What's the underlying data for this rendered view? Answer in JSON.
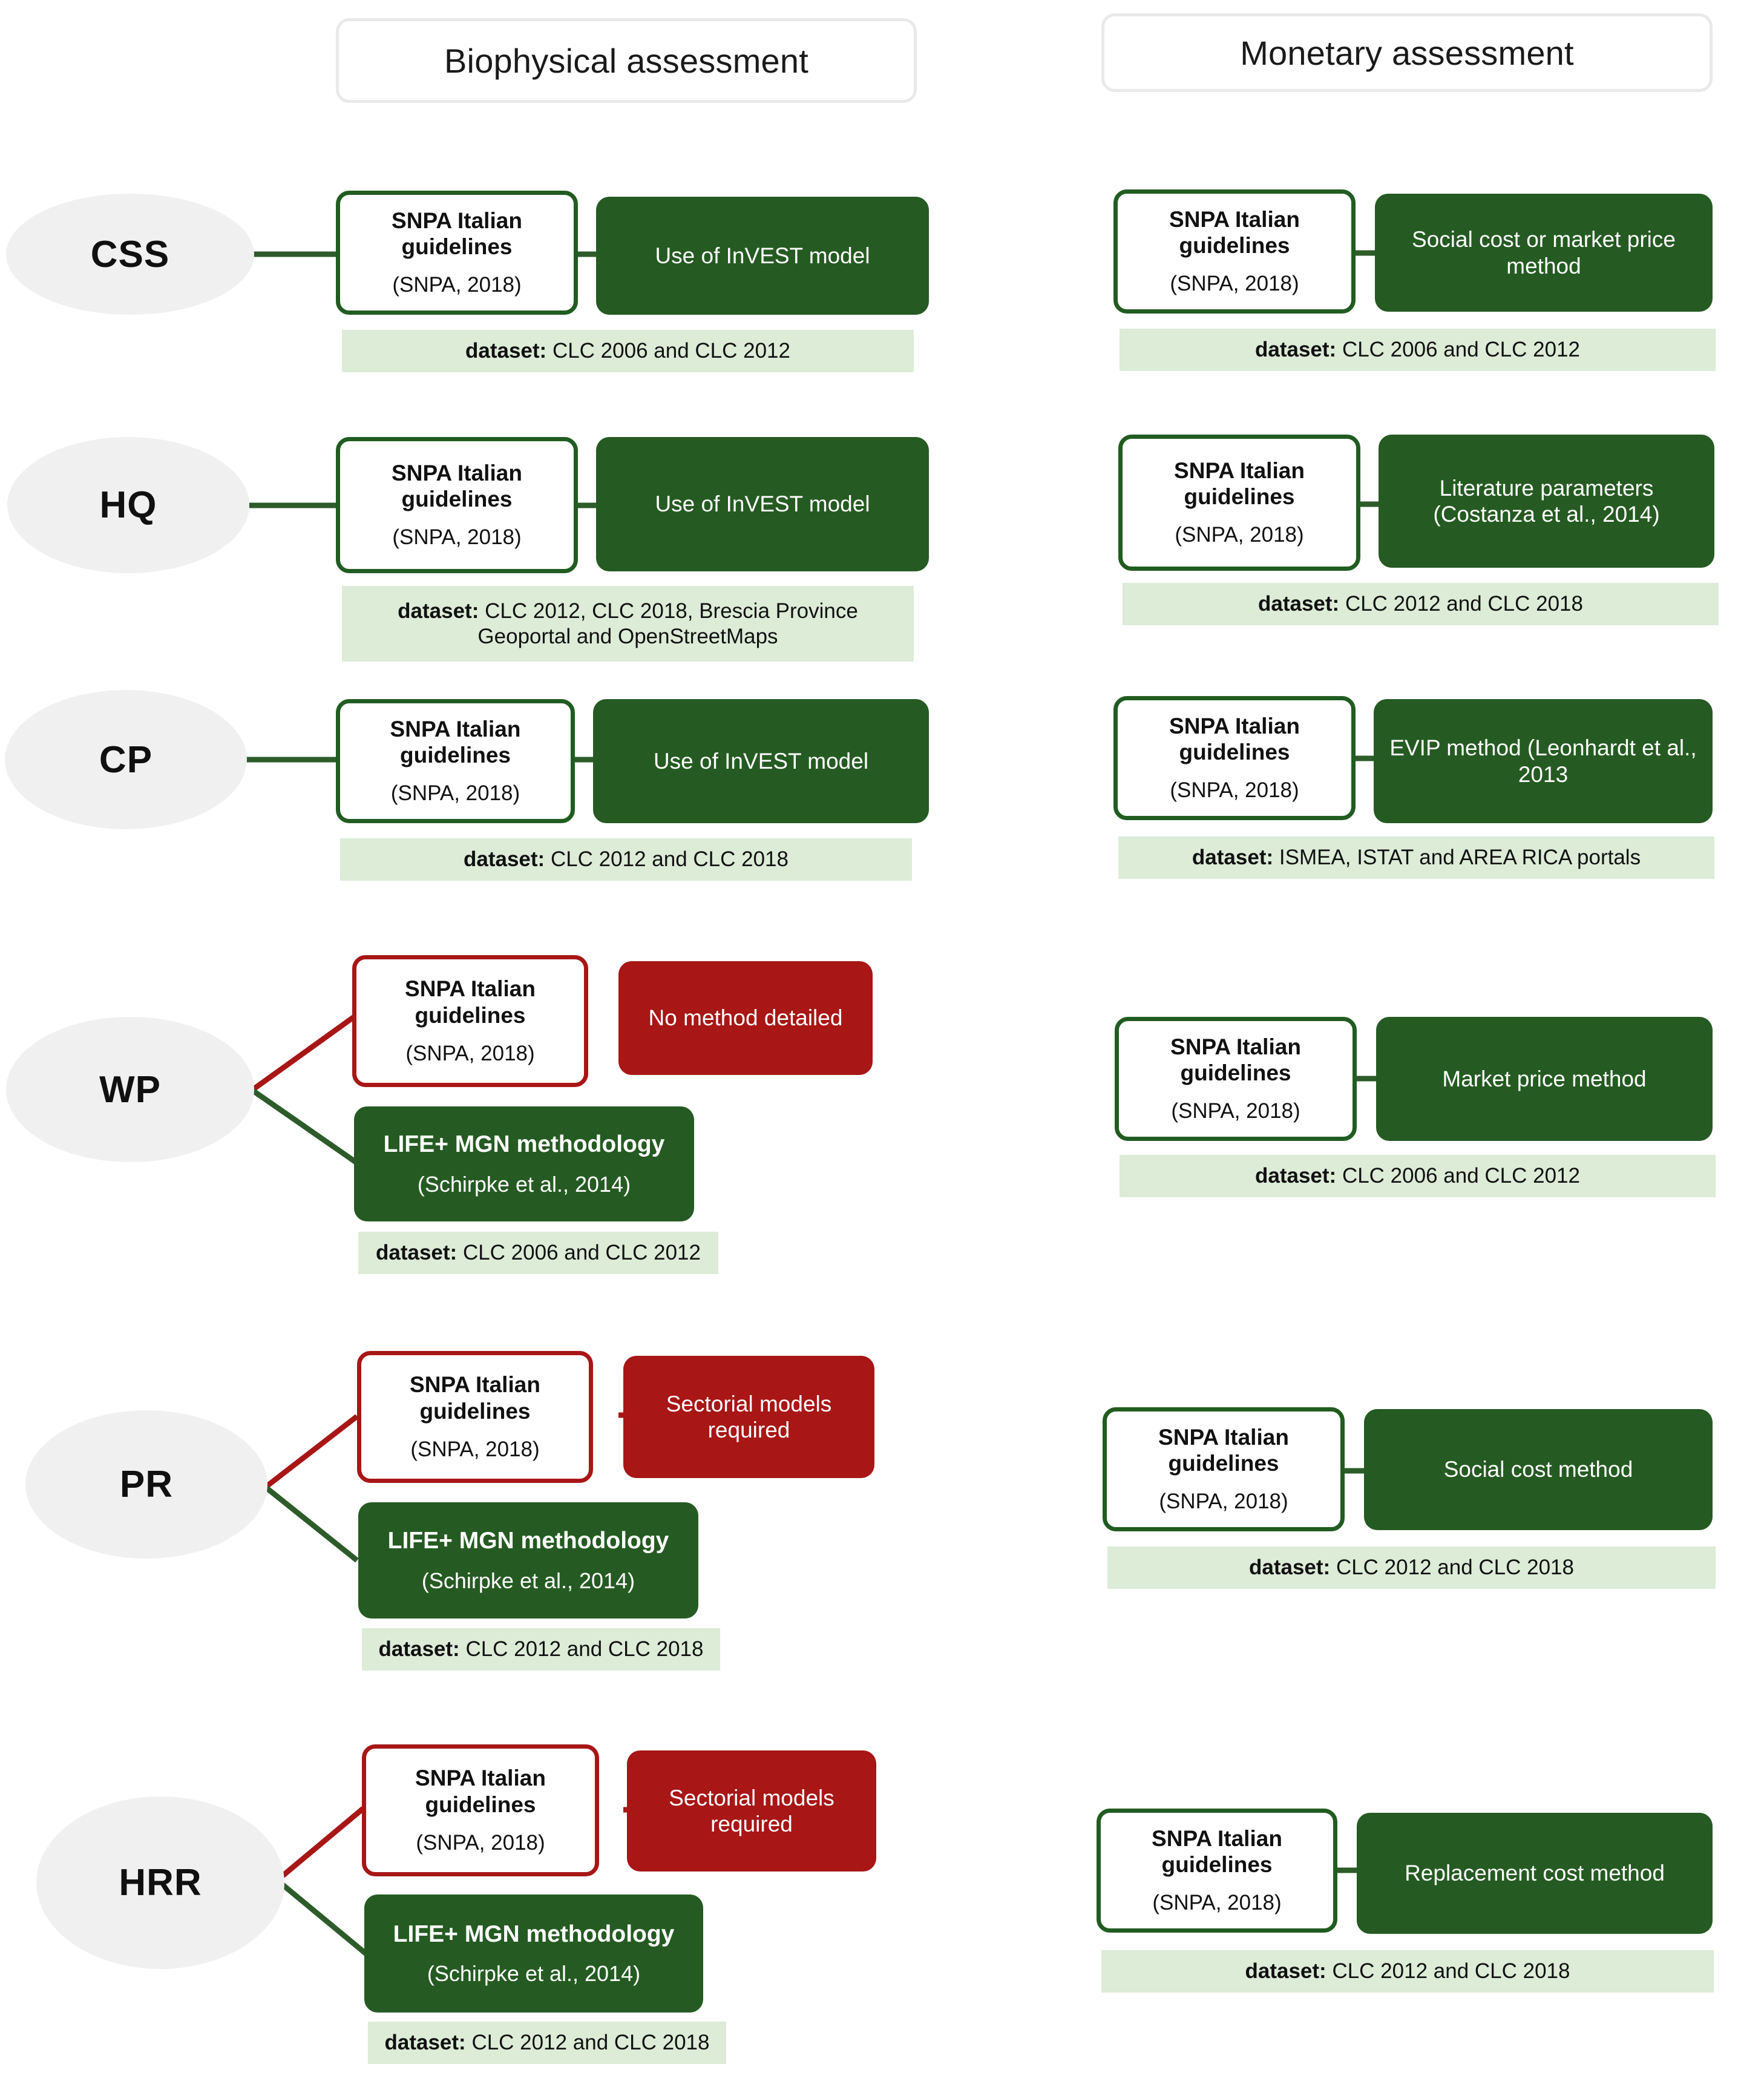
{
  "colors": {
    "green_dark": "#255b22",
    "green_border": "#215c21",
    "red": "#a81616",
    "dataset_bg": "#dcecd7",
    "ellipse_bg": "#f0f0f0",
    "header_border": "#e9e9e9"
  },
  "headers": {
    "biophysical": "Biophysical assessment",
    "monetary": "Monetary assessment"
  },
  "labels": {
    "guideline_title": "SNPA Italian guidelines",
    "guideline_sub": "(SNPA, 2018)",
    "mgn_title": "LIFE+ MGN methodology",
    "mgn_sub": "(Schirpke et al., 2014)",
    "dataset_prefix": "dataset:"
  },
  "rows": [
    {
      "id": "CSS",
      "ecosystem_service": "CSS",
      "biophysical": {
        "guideline": {
          "title": "SNPA Italian guidelines",
          "sub": "(SNPA, 2018)",
          "status": "green"
        },
        "method": {
          "text": "Use of InVEST model",
          "status": "green"
        },
        "dataset": "CLC 2006 and CLC 2012"
      },
      "monetary": {
        "guideline": {
          "title": "SNPA Italian guidelines",
          "sub": "(SNPA, 2018)",
          "status": "green"
        },
        "method": {
          "text": "Social cost or market price method",
          "status": "green"
        },
        "dataset": "CLC 2006 and CLC 2012"
      }
    },
    {
      "id": "HQ",
      "ecosystem_service": "HQ",
      "biophysical": {
        "guideline": {
          "title": "SNPA Italian guidelines",
          "sub": "(SNPA, 2018)",
          "status": "green"
        },
        "method": {
          "text": "Use of InVEST model",
          "status": "green"
        },
        "dataset": "CLC 2012, CLC 2018, Brescia Province Geoportal and OpenStreetMaps"
      },
      "monetary": {
        "guideline": {
          "title": "SNPA Italian guidelines",
          "sub": "(SNPA, 2018)",
          "status": "green"
        },
        "method": {
          "text": "Literature parameters (Costanza et al., 2014)",
          "status": "green"
        },
        "dataset": "CLC 2012 and CLC 2018"
      }
    },
    {
      "id": "CP",
      "ecosystem_service": "CP",
      "biophysical": {
        "guideline": {
          "title": "SNPA Italian guidelines",
          "sub": "(SNPA, 2018)",
          "status": "green"
        },
        "method": {
          "text": "Use of InVEST model",
          "status": "green"
        },
        "dataset": "CLC 2012 and CLC 2018"
      },
      "monetary": {
        "guideline": {
          "title": "SNPA Italian guidelines",
          "sub": "(SNPA, 2018)",
          "status": "green"
        },
        "method": {
          "text": "EVIP method (Leonhardt et al., 2013",
          "status": "green"
        },
        "dataset": "ISMEA, ISTAT and AREA RICA portals"
      }
    },
    {
      "id": "WP",
      "ecosystem_service": "WP",
      "biophysical": {
        "guideline": {
          "title": "SNPA Italian guidelines",
          "sub": "(SNPA, 2018)",
          "status": "red"
        },
        "method": {
          "text": "No method detailed",
          "status": "red"
        },
        "alt_method": {
          "title": "LIFE+ MGN methodology",
          "sub": "(Schirpke et al., 2014)",
          "status": "green"
        },
        "dataset": "CLC 2006 and CLC 2012"
      },
      "monetary": {
        "guideline": {
          "title": "SNPA Italian guidelines",
          "sub": "(SNPA, 2018)",
          "status": "green"
        },
        "method": {
          "text": "Market price method",
          "status": "green"
        },
        "dataset": "CLC 2006 and CLC 2012"
      }
    },
    {
      "id": "PR",
      "ecosystem_service": "PR",
      "biophysical": {
        "guideline": {
          "title": "SNPA Italian guidelines",
          "sub": "(SNPA, 2018)",
          "status": "red"
        },
        "method": {
          "text": "Sectorial models required",
          "status": "red"
        },
        "alt_method": {
          "title": "LIFE+ MGN methodology",
          "sub": "(Schirpke et al., 2014)",
          "status": "green"
        },
        "dataset": "CLC 2012 and CLC 2018"
      },
      "monetary": {
        "guideline": {
          "title": "SNPA Italian guidelines",
          "sub": "(SNPA, 2018)",
          "status": "green"
        },
        "method": {
          "text": "Social cost method",
          "status": "green"
        },
        "dataset": "CLC 2012 and CLC 2018"
      }
    },
    {
      "id": "HRR",
      "ecosystem_service": "HRR",
      "biophysical": {
        "guideline": {
          "title": "SNPA Italian guidelines",
          "sub": "(SNPA, 2018)",
          "status": "red"
        },
        "method": {
          "text": "Sectorial models required",
          "status": "red"
        },
        "alt_method": {
          "title": "LIFE+ MGN methodology",
          "sub": "(Schirpke et al., 2014)",
          "status": "green"
        },
        "dataset": "CLC 2012 and CLC 2018"
      },
      "monetary": {
        "guideline": {
          "title": "SNPA Italian guidelines",
          "sub": "(SNPA, 2018)",
          "status": "green"
        },
        "method": {
          "text": "Replacement cost method",
          "status": "green"
        },
        "dataset": "CLC 2012 and CLC 2018"
      }
    }
  ]
}
